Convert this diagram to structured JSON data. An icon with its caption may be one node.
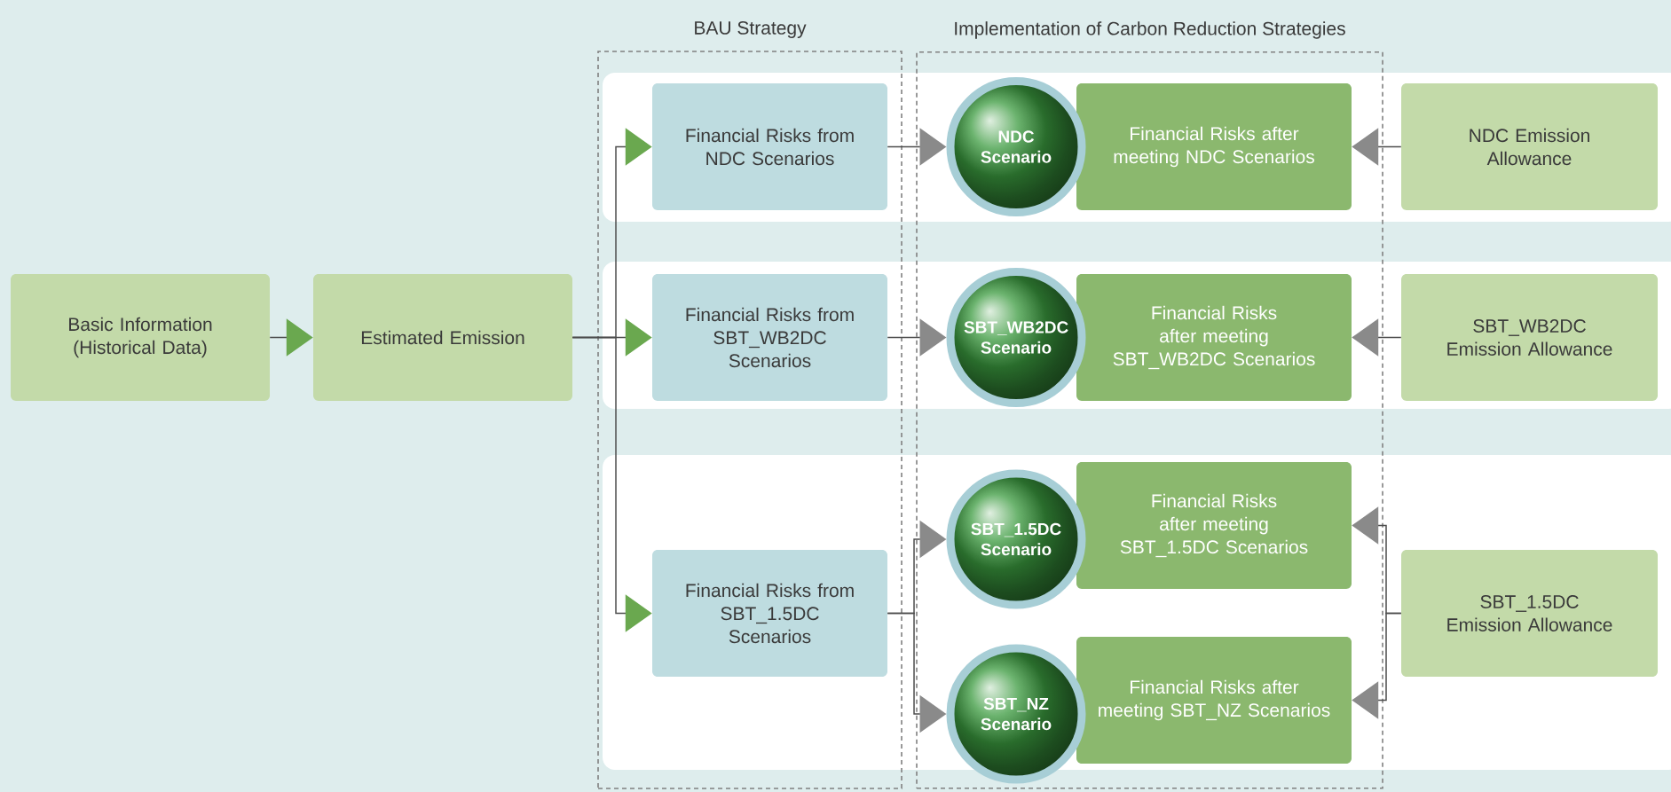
{
  "diagram": {
    "nodes": [
      {
        "text": [
          "BAU Strategy"
        ]
      },
      {
        "text": [
          "Implementation of Carbon Reduction Strategies"
        ]
      },
      {
        "text": [
          "Basic Information (Historical Data)"
        ]
      },
      {
        "text": [
          "Estimated Emission"
        ]
      },
      {
        "text": [
          "Financial Risks from NDC Scenarios"
        ],
        "in": 0
      },
      {
        "text": [
          "Financial Risks from SBT_WB2DC Scenarios"
        ],
        "in": 0
      },
      {
        "text": [
          "Financial Risks from SBT_1.5DC Scenarios"
        ],
        "in": 0
      },
      {
        "text": [
          "NDC Scenario"
        ],
        "in": 1
      },
      {
        "text": [
          "Financial Risks after meeting NDC Scenarios"
        ],
        "in": 1
      },
      {
        "text": [
          "SBT_WB2DC Scenario"
        ],
        "in": 1
      },
      {
        "text": [
          "Financial Risks after meeting SBT_WB2DC Scenarios"
        ],
        "in": 1
      },
      {
        "text": [
          "SBT_1.5DC Scenario"
        ],
        "in": 1
      },
      {
        "text": [
          "Financial Risks after meeting SBT_1.5DC Scenarios"
        ],
        "in": 1
      },
      {
        "text": [
          "SBT_NZ Scenario"
        ],
        "in": 1
      },
      {
        "text": [
          "Financial Risks after meeting SBT_NZ Scenarios"
        ],
        "in": 1
      },
      {
        "text": [
          "NDC Emission Allowance"
        ]
      },
      {
        "text": [
          "SBT_WB2DC Emission Allowance"
        ]
      },
      {
        "text": [
          "SBT_1.5DC Emission Allowance"
        ]
      }
    ],
    "edges": [
      {
        "from": 2,
        "to": 3,
        "arrow": "to"
      },
      {
        "from": 3,
        "to": 4,
        "arrow": "to"
      },
      {
        "from": 3,
        "to": 5,
        "arrow": "to"
      },
      {
        "from": 3,
        "to": 6,
        "arrow": "to"
      },
      {
        "from": 4,
        "to": 7,
        "arrow": "to"
      },
      {
        "from": 5,
        "to": 9,
        "arrow": "to"
      },
      {
        "from": 6,
        "to": 11,
        "arrow": "to"
      },
      {
        "from": 6,
        "to": 13,
        "arrow": "to"
      },
      {
        "from": 15,
        "to": 8,
        "arrow": "to"
      },
      {
        "from": 16,
        "to": 10,
        "arrow": "to"
      },
      {
        "from": 17,
        "to": 12,
        "arrow": "to"
      },
      {
        "from": 17,
        "to": 14,
        "arrow": "to"
      }
    ]
  }
}
